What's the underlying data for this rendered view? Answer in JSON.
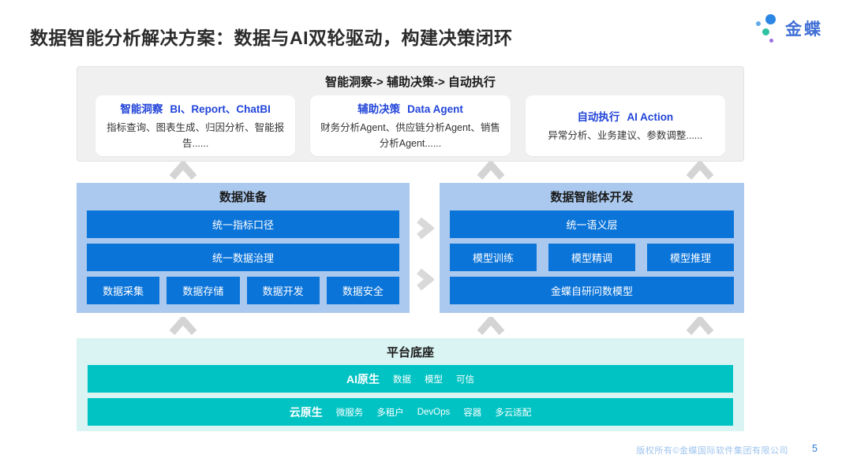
{
  "page": {
    "title": "数据智能分析解决方案：数据与AI双轮驱动，构建决策闭环",
    "footer": {
      "copyright": "版权所有©金蝶国际软件集团有限公司",
      "page_number": "5"
    }
  },
  "logo": {
    "text": "金蝶"
  },
  "top_section": {
    "header": "智能洞察-> 辅助决策-> 自动执行",
    "cards": [
      {
        "label": "智能洞察",
        "suffix": "BI、Report、ChatBI",
        "desc": "指标查询、图表生成、归因分析、智能报告......"
      },
      {
        "label": "辅助决策",
        "suffix": "Data Agent",
        "desc": "财务分析Agent、供应链分析Agent、销售分析Agent......"
      },
      {
        "label": "自动执行",
        "suffix": "AI Action",
        "desc": "异常分析、业务建议、参数调整......"
      }
    ]
  },
  "data_prep": {
    "header": "数据准备",
    "rows": [
      [
        "统一指标口径"
      ],
      [
        "统一数据治理"
      ],
      [
        "数据采集",
        "数据存储",
        "数据开发",
        "数据安全"
      ]
    ]
  },
  "agent_dev": {
    "header": "数据智能体开发",
    "rows": [
      [
        "统一语义层"
      ],
      [
        "模型训练",
        "模型精调",
        "模型推理"
      ],
      [
        "金蝶自研问数模型"
      ]
    ]
  },
  "platform": {
    "header": "平台底座",
    "bars": [
      {
        "label": "AI原生",
        "items": [
          "数据",
          "模型",
          "可信"
        ]
      },
      {
        "label": "云原生",
        "items": [
          "微服务",
          "多租户",
          "DevOps",
          "容器",
          "多云适配"
        ]
      }
    ]
  },
  "icons": {
    "chevron_up": "chevron-up-icon",
    "chevron_right": "chevron-right-icon",
    "logo_dots": "kingdee-logo-icon"
  },
  "colors": {
    "accent_blue": "#0b74d9",
    "panel_light_blue": "#abc9ee",
    "teal": "#01c3c3",
    "panel_light_teal": "#d9f4f2",
    "card_title_blue": "#2144d9",
    "gray_panel": "#f0f0f0",
    "chevron_gray": "#d4d4d4",
    "footer_blue": "#9fc4ee",
    "page_number_blue": "#2f78d8",
    "logo_blue": "#3f6fd6"
  }
}
